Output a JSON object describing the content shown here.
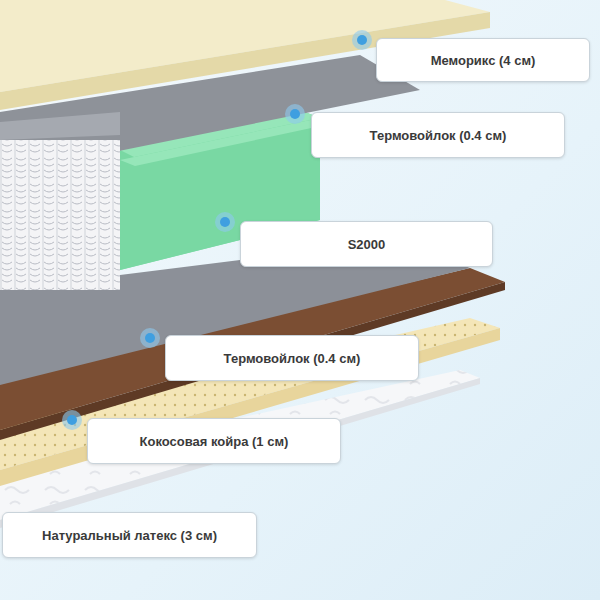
{
  "diagram": {
    "nodes": [
      {
        "text": [
          "Меморикс (4 см)"
        ]
      },
      {
        "text": [
          "Термовойлок (0.4 см)"
        ]
      },
      {
        "text": [
          "S2000"
        ]
      },
      {
        "text": [
          "Термовойлок (0.4 см)"
        ]
      },
      {
        "text": [
          "Кокосовая койра (1 см)"
        ]
      },
      {
        "text": [
          "Натуральный латекс (3 см)"
        ]
      }
    ]
  }
}
